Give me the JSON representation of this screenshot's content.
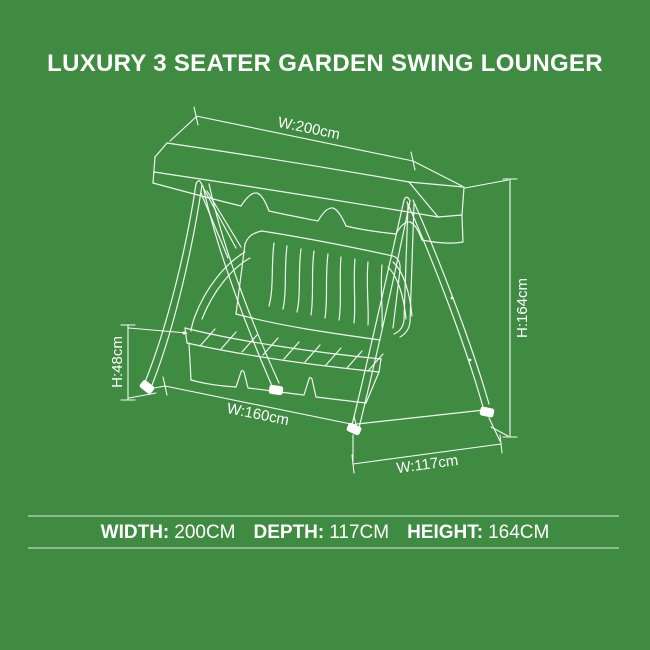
{
  "title": "LUXURY 3 SEATER GARDEN SWING LOUNGER",
  "dimensions": {
    "canopy_width": "W:200cm",
    "overall_height": "H:164cm",
    "seat_height": "H:48cm",
    "seat_width": "W:160cm",
    "depth": "W:117cm"
  },
  "footer": {
    "specs": [
      {
        "label": "WIDTH:",
        "value": "200CM"
      },
      {
        "label": "DEPTH:",
        "value": "117CM"
      },
      {
        "label": "HEIGHT:",
        "value": "164CM"
      }
    ]
  },
  "colors": {
    "background": "#3F8B41",
    "line_art": "#FFFFFF",
    "divider": "#8CBB8E",
    "text": "#FFFFFF"
  }
}
